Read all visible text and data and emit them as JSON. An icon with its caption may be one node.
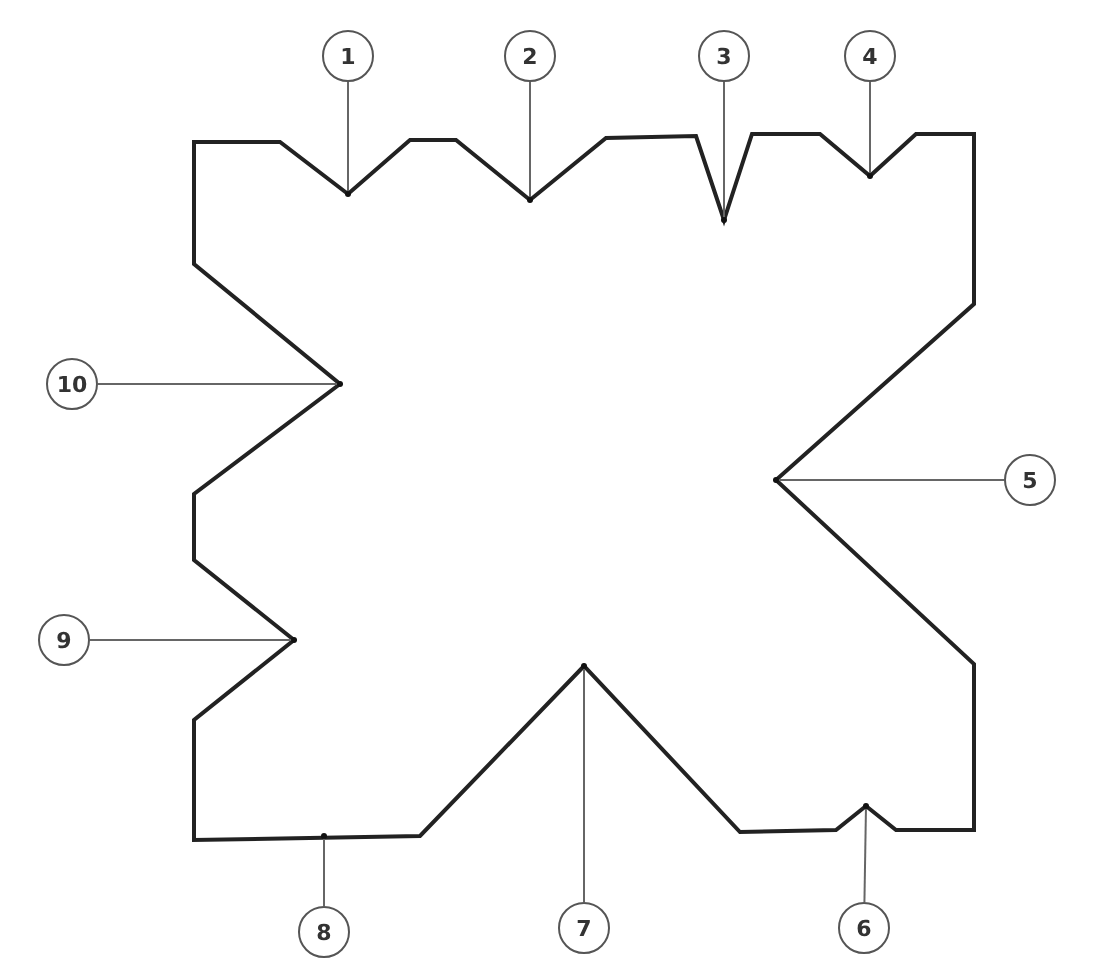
{
  "diagram": {
    "nodes": [
      {
        "text": [
          "1"
        ]
      },
      {
        "text": [
          "2"
        ]
      },
      {
        "text": [
          "3"
        ]
      },
      {
        "text": [
          "4"
        ]
      },
      {
        "text": [
          "10"
        ]
      },
      {
        "text": [
          "5"
        ]
      },
      {
        "text": [
          "9"
        ]
      },
      {
        "text": [
          "8"
        ]
      },
      {
        "text": [
          "7"
        ]
      },
      {
        "text": [
          "6"
        ]
      }
    ],
    "edges": [
      {
        "from": 0,
        "to": null,
        "arrow": "other"
      },
      {
        "from": 1,
        "to": null,
        "arrow": "other"
      },
      {
        "from": 2,
        "to": null,
        "arrow": "other"
      },
      {
        "from": 3,
        "to": null,
        "arrow": "other"
      },
      {
        "from": 4,
        "to": null,
        "arrow": "other"
      },
      {
        "from": 5,
        "to": null,
        "arrow": "other"
      },
      {
        "from": 6,
        "to": null,
        "arrow": "other"
      },
      {
        "from": 7,
        "to": null,
        "arrow": "other"
      },
      {
        "from": 8,
        "to": null,
        "arrow": "other"
      },
      {
        "from": 9,
        "to": null,
        "arrow": "other"
      }
    ]
  }
}
